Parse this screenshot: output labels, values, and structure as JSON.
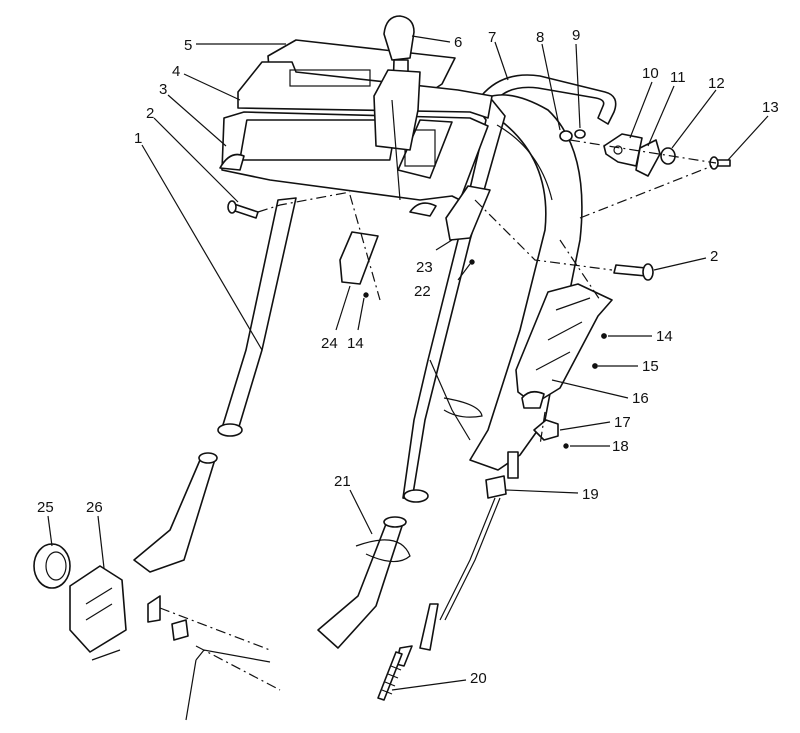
{
  "callouts": {
    "c1": "1",
    "c2a": "2",
    "c2b": "2",
    "c3": "3",
    "c4": "4",
    "c5": "5",
    "c6": "6",
    "c7": "7",
    "c8": "8",
    "c9": "9",
    "c10": "10",
    "c11": "11",
    "c12": "12",
    "c13": "13",
    "c14a": "14",
    "c14b": "14",
    "c15": "15",
    "c16": "16",
    "c17": "17",
    "c18": "18",
    "c19": "19",
    "c20": "20",
    "c21": "21",
    "c22": "22",
    "c23": "23",
    "c24": "24",
    "c25": "25",
    "c26": "26"
  }
}
